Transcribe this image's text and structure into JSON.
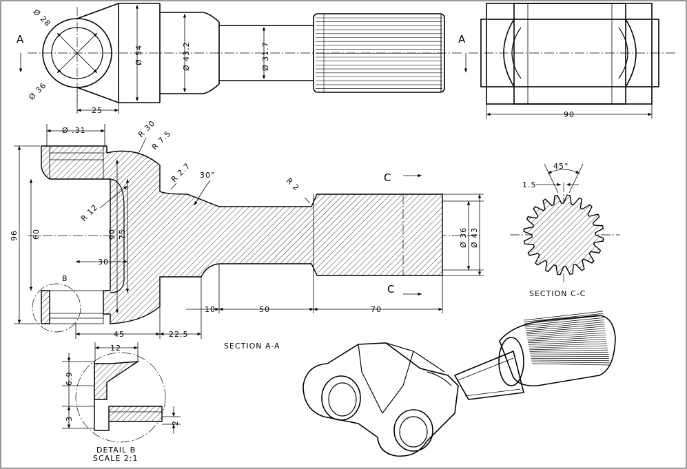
{
  "views": {
    "top": {
      "section_mark_left": "A",
      "section_mark_right": "A",
      "dims": {
        "d28": "Ø 28",
        "d36": "Ø 36",
        "d54": "Ø 54",
        "d43_2": "Ø 43.2",
        "d31_7": "Ø 31.7",
        "l25": "25"
      }
    },
    "end": {
      "dims": {
        "w90": "90"
      }
    },
    "section_aa": {
      "caption": "SECTION  A-A",
      "detail_mark": "B",
      "dims": {
        "d31": "Ø .31",
        "r30": "R 30",
        "r7_5": "R 7.5",
        "r2_7": "R 2.7",
        "a30": "30°",
        "r2": "R 2",
        "r12": "R 12",
        "h96": "96",
        "h60": "60",
        "h90": "90",
        "h75": "75",
        "l30": "30",
        "l45": "45",
        "l22_5": "22.5",
        "l10": "10",
        "l50": "50",
        "l70": "70",
        "d36": "Ø 36",
        "d43": "Ø 43",
        "c_top": "C",
        "c_bottom": "C"
      }
    },
    "section_cc": {
      "caption": "SECTION  C-C",
      "dims": {
        "a45": "45°",
        "w1_5": "1.5"
      }
    },
    "detail_b": {
      "caption": "DETAIL  B",
      "scale": "SCALE  2:1",
      "dims": {
        "l12": "12",
        "h6_9": "6.9",
        "h3": "3",
        "h2": "2"
      }
    },
    "iso": {}
  }
}
